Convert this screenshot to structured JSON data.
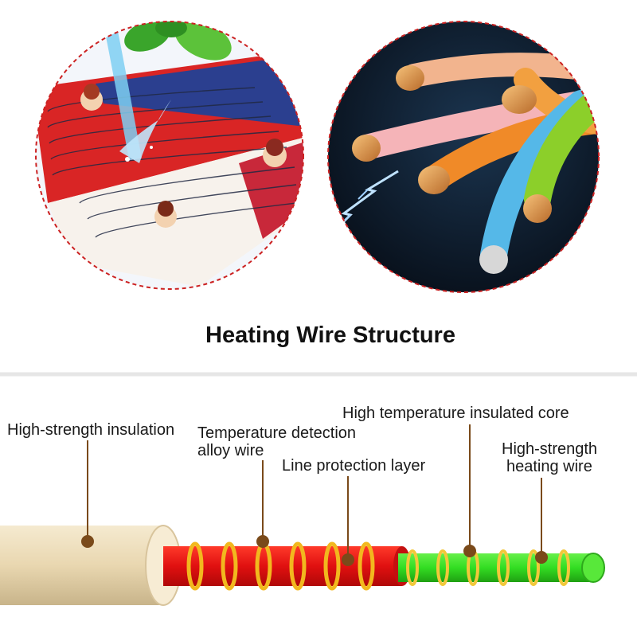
{
  "title": "Heating Wire Structure",
  "labels": {
    "insulation": "High-strength insulation",
    "alloy_line1": "Temperature detection",
    "alloy_line2": "alloy wire",
    "protection": "Line protection layer",
    "core": "High temperature insulated core",
    "heating_line1": "High-strength",
    "heating_line2": "heating wire"
  },
  "colors": {
    "outer_sheath": "#eedfbf",
    "protection_layer": "#e01818",
    "core": "#33dd22",
    "coil": "#f2b81e",
    "leader": "#7a4a1a",
    "circle_border": "#cc2222"
  }
}
